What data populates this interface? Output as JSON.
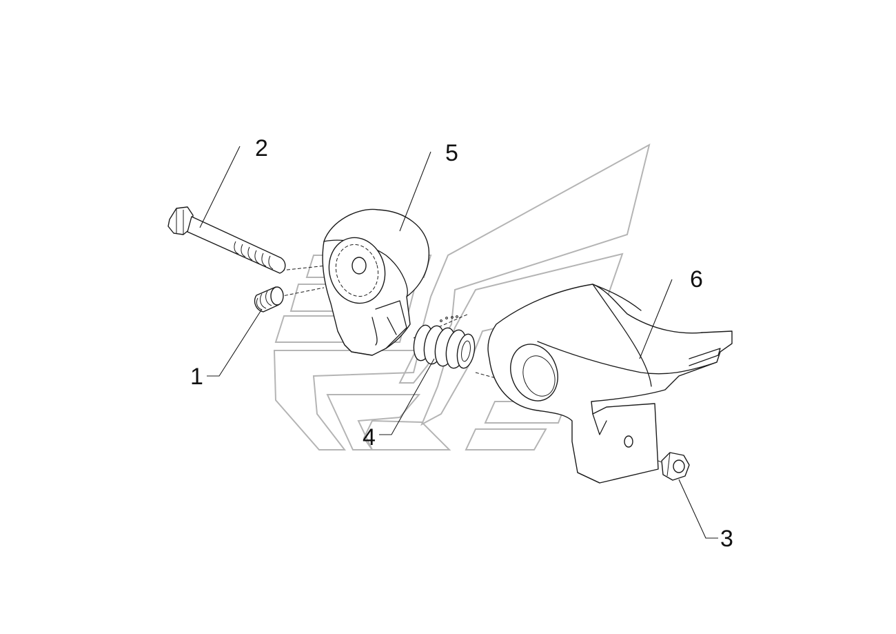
{
  "callouts": [
    {
      "id": "1",
      "label": "1"
    },
    {
      "id": "2",
      "label": "2"
    },
    {
      "id": "3",
      "label": "3"
    },
    {
      "id": "4",
      "label": "4"
    },
    {
      "id": "5",
      "label": "5"
    },
    {
      "id": "6",
      "label": "6"
    }
  ],
  "colors": {
    "background": "#ffffff",
    "line": "#1a1a1a",
    "watermark": "#b4b4b4"
  }
}
